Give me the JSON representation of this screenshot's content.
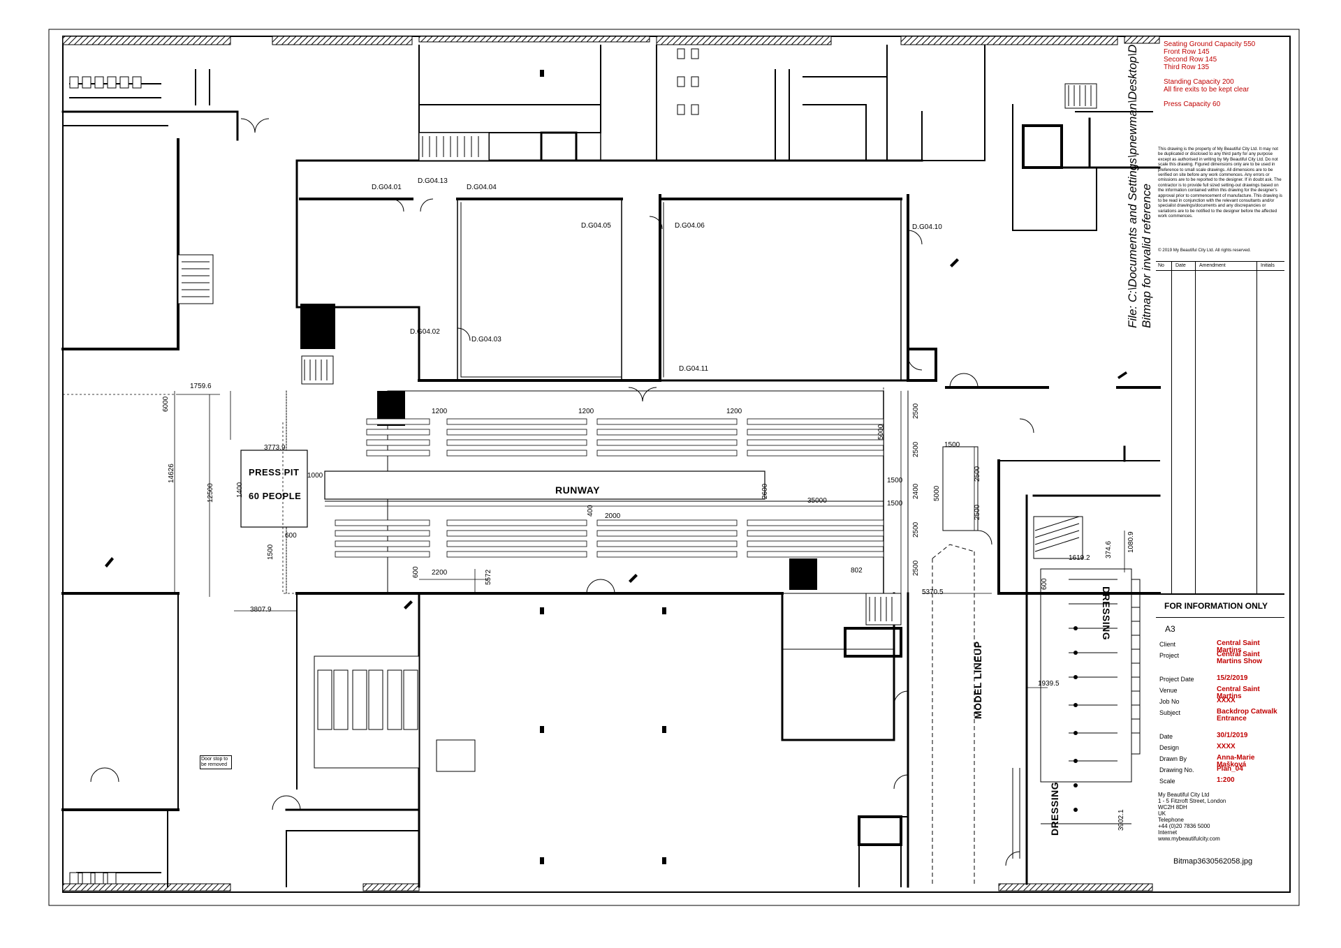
{
  "capacity_notes": [
    "Seating Ground Capacity 550",
    "Front Row 145",
    "Second Row 145",
    "Third Row 135",
    "Standing Capacity 200",
    "All fire exits to be kept clear",
    "Press Capacity 60"
  ],
  "disclaimer": "This drawing is the property of My Beautiful City Ltd. It may not be duplicated or disclosed to any third party for any purpose except as authorised in writing by My Beautiful City Ltd. Do not scale this drawing. Figured dimensions only are to be used in preference to small scale drawings. All dimensions are to be verified on site before any work commences. Any errors or omissions are to be reported to the designer. If in doubt ask. The contractor is to provide full sized setting-out drawings based on the information contained within this drawing for the designer's approval prior to commencement of manufacture. This drawing is to be read in conjunction with the relevant consultants and/or specialist drawings/documents and any discrepancies or variations are to be notified to the designer before the affected work commences.",
  "copyright": "© 2019 My Beautiful City Ltd. All rights reserved.",
  "revision_headers": [
    "No",
    "Date",
    "Amendment",
    "Initials"
  ],
  "file_path": "File: C:\\Documents and Settings\\pnewman\\Desktop\\D",
  "file_path_overlay": "Bitmap for invalid reference",
  "status": "FOR INFORMATION ONLY",
  "sheet_size": "A3",
  "title_block": [
    {
      "label": "Client",
      "value": "Central Saint Martins"
    },
    {
      "label": "Project",
      "value": "Central Saint Martins Show"
    },
    {
      "label": "Project Date",
      "value": "15/2/2019"
    },
    {
      "label": "Venue",
      "value": "Central Saint Martins"
    },
    {
      "label": "Job No",
      "value": "XXXX"
    },
    {
      "label": "Subject",
      "value": "Backdrop Catwalk Entrance"
    },
    {
      "label": "Date",
      "value": "30/1/2019"
    },
    {
      "label": "Design",
      "value": "XXXX"
    },
    {
      "label": "Drawn By",
      "value": "Anna-Marie Mašková"
    },
    {
      "label": "Drawing No.",
      "value": "Plan_04"
    },
    {
      "label": "Scale",
      "value": "1:200"
    }
  ],
  "company": {
    "name": "My Beautiful City Ltd",
    "address1": "1 - 5 Fitzroft Street, London",
    "address2": "WC2H 8DH",
    "country": "UK",
    "tel_label": "Telephone",
    "tel": "+44 (0)20 7836 5000",
    "web_label": "Internet",
    "web": "www.mybeautifulcity.com"
  },
  "bitmap_name": "Bitmap3630562058.jpg",
  "labels": {
    "runway": "RUNWAY",
    "press_pit_1": "PRESS PIT",
    "press_pit_2": "60 PEOPLE",
    "model_lineup": "MODEL LINEUP",
    "dressing_1": "DRESSING",
    "dressing_2": "DRESSING",
    "door_stop": "Door stop to be removed"
  },
  "doors": [
    "D.G04.01",
    "D.G04.13",
    "D.G04.04",
    "D.G04.05",
    "D.G04.06",
    "D.G04.10",
    "D.G04.02",
    "D.G04.03",
    "D.G04.11"
  ],
  "dimensions": {
    "d1759": "1759.6",
    "d6000": "6000",
    "d3773": "3773.9",
    "d1000": "1000",
    "d14626": "14626",
    "d12500": "12500",
    "d1400": "1400",
    "d1200a": "1200",
    "d1200b": "1200",
    "d1200c": "1200",
    "d2600": "2600",
    "d35000": "35000",
    "d400": "400",
    "d2000": "2000",
    "d600a": "600",
    "d1500a": "1500",
    "d600b": "600",
    "d2200": "2200",
    "d5572": "5572",
    "d3807": "3807.9",
    "d5000a": "5000",
    "d2500a": "2500",
    "d2500b": "2500",
    "d1500b": "1500",
    "d2400": "2400",
    "d1500c": "1500",
    "d2500c": "2500",
    "d2500d": "2500",
    "d802": "802",
    "d5370": "5370.5",
    "d1500d": "1500",
    "d2500e": "2500",
    "d5000b": "5000",
    "d2500f": "2500",
    "d1619": "1619.2",
    "d374": "374.6",
    "d1080": "1080.9",
    "d1939": "1939.5",
    "d3902": "3902.1",
    "d600c": "600"
  },
  "colors": {
    "annotation_red": "#c00000",
    "line": "#000000"
  }
}
